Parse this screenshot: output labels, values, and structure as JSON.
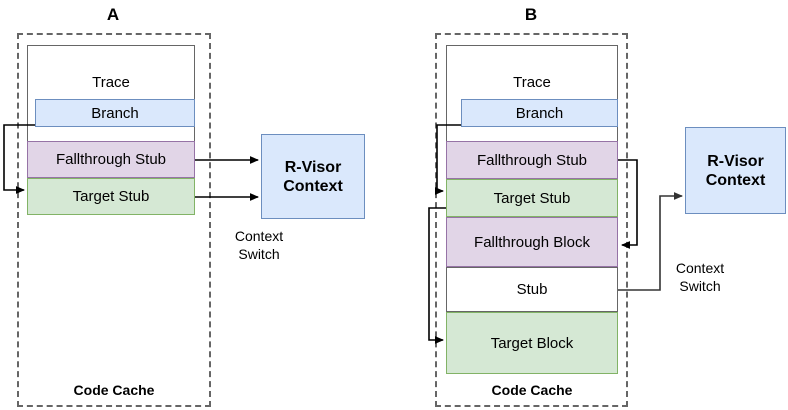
{
  "figure": {
    "title_a": "A",
    "title_b": "B",
    "cache_label": "Code Cache",
    "context_switch_label": "Context\nSwitch",
    "rvisor_label": "R-Visor\nContext",
    "trace_label": "Trace"
  },
  "colors": {
    "branch_fill": "#dae8fc",
    "branch_stroke": "#6c8ebf",
    "fallthrough_fill": "#e1d5e7",
    "fallthrough_stroke": "#9673a6",
    "target_fill": "#d5e8d4",
    "target_stroke": "#82b366",
    "plain_fill": "#ffffff",
    "plain_stroke": "#666666",
    "dashed_border": "#666666",
    "arrow": "#000000",
    "text": "#000000"
  },
  "panel_a": {
    "letter": "A",
    "cache_label": "Code Cache",
    "trace_label": "Trace",
    "blocks": [
      {
        "label": "Branch",
        "kind": "branch"
      },
      {
        "label": "Fallthrough Stub",
        "kind": "fallthrough"
      },
      {
        "label": "Target Stub",
        "kind": "target"
      }
    ],
    "rvisor_label": "R-Visor\nContext",
    "context_switch_label": "Context\nSwitch",
    "arrows": [
      {
        "name": "fallthrough-stub-to-rvisor",
        "from": "Fallthrough Stub",
        "to": "R-Visor Context"
      },
      {
        "name": "target-stub-to-rvisor",
        "from": "Target Stub",
        "to": "R-Visor Context"
      },
      {
        "name": "branch-to-target-stub",
        "from": "Branch",
        "to": "Target Stub"
      }
    ]
  },
  "panel_b": {
    "letter": "B",
    "cache_label": "Code Cache",
    "trace_label": "Trace",
    "blocks": [
      {
        "label": "Branch",
        "kind": "branch"
      },
      {
        "label": "Fallthrough Stub",
        "kind": "fallthrough"
      },
      {
        "label": "Target Stub",
        "kind": "target"
      },
      {
        "label": "Fallthrough Block",
        "kind": "fallthrough"
      },
      {
        "label": "Stub",
        "kind": "plain"
      },
      {
        "label": "Target Block",
        "kind": "target"
      }
    ],
    "rvisor_label": "R-Visor\nContext",
    "context_switch_label": "Context\nSwitch",
    "arrows": [
      {
        "name": "branch-to-target-stub",
        "from": "Branch",
        "to": "Target Stub"
      },
      {
        "name": "target-stub-to-target-block",
        "from": "Target Stub",
        "to": "Target Block"
      },
      {
        "name": "fallthrough-stub-to-fallthrough-block",
        "from": "Fallthrough Stub",
        "to": "Fallthrough Block"
      },
      {
        "name": "stub-to-rvisor",
        "from": "Stub",
        "to": "R-Visor Context"
      }
    ]
  }
}
